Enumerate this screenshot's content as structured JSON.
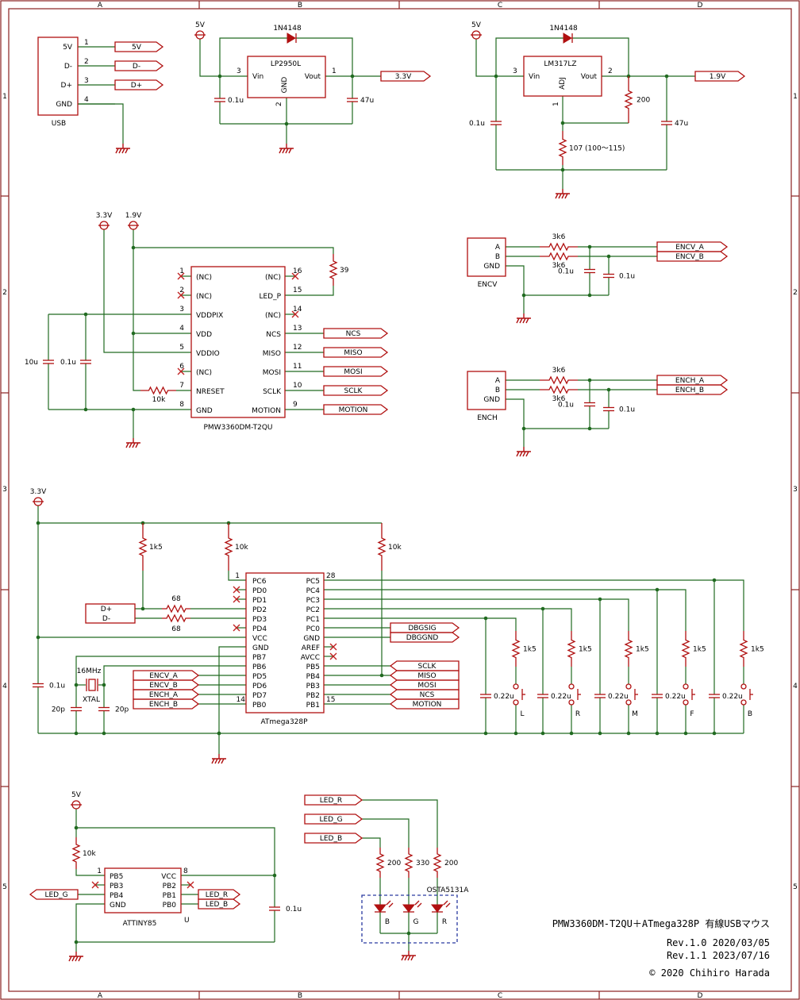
{
  "frame": {
    "columns": [
      "A",
      "B",
      "C",
      "D"
    ],
    "rows": [
      "1",
      "2",
      "3",
      "4",
      "5"
    ]
  },
  "usb": {
    "label": "USB",
    "pins": [
      {
        "num": "1",
        "name": "5V",
        "net": "5V"
      },
      {
        "num": "2",
        "name": "D-",
        "net": "D-"
      },
      {
        "num": "3",
        "name": "D+",
        "net": "D+"
      },
      {
        "num": "4",
        "name": "GND",
        "net": ""
      }
    ]
  },
  "reg33": {
    "supply": "5V",
    "diode": "1N4148",
    "chip": "LP2950L",
    "vin": "Vin",
    "gnd": "GND",
    "vout": "Vout",
    "pin_in": "3",
    "pin_gnd": "2",
    "pin_out": "1",
    "cin": "0.1u",
    "cout": "47u",
    "net_out": "3.3V"
  },
  "reg19": {
    "supply": "5V",
    "diode": "1N4148",
    "chip": "LM317LZ",
    "vin": "Vin",
    "adj": "ADJ",
    "vout": "Vout",
    "pin_in": "3",
    "pin_adj": "1",
    "pin_out": "2",
    "cin": "0.1u",
    "r1": "200",
    "r2": "107 (100〜115)",
    "cout": "47u",
    "net_out": "1.9V"
  },
  "sensor": {
    "chip": "PMW3360DM-T2QU",
    "rail_a": "3.3V",
    "rail_b": "1.9V",
    "left_pins": [
      {
        "num": "1",
        "name": "(NC)"
      },
      {
        "num": "2",
        "name": "(NC)"
      },
      {
        "num": "3",
        "name": "VDDPIX"
      },
      {
        "num": "4",
        "name": "VDD"
      },
      {
        "num": "5",
        "name": "VDDIO"
      },
      {
        "num": "6",
        "name": "(NC)"
      },
      {
        "num": "7",
        "name": "NRESET"
      },
      {
        "num": "8",
        "name": "GND"
      }
    ],
    "right_pins": [
      {
        "num": "16",
        "name": "(NC)"
      },
      {
        "num": "15",
        "name": "LED_P"
      },
      {
        "num": "14",
        "name": "(NC)"
      },
      {
        "num": "13",
        "name": "NCS",
        "net": "NCS"
      },
      {
        "num": "12",
        "name": "MISO",
        "net": "MISO"
      },
      {
        "num": "11",
        "name": "MOSI",
        "net": "MOSI"
      },
      {
        "num": "10",
        "name": "SCLK",
        "net": "SCLK"
      },
      {
        "num": "9",
        "name": "MOTION",
        "net": "MOTION"
      }
    ],
    "r_led": "39",
    "c1": "10u",
    "c2": "0.1u",
    "r_reset": "10k"
  },
  "encv": {
    "label": "ENCV",
    "pins": [
      "A",
      "B",
      "GND"
    ],
    "r1": "3k6",
    "r2": "3k6",
    "c1": "0.1u",
    "c2": "0.1u",
    "net_a": "ENCV_A",
    "net_b": "ENCV_B"
  },
  "ench": {
    "label": "ENCH",
    "pins": [
      "A",
      "B",
      "GND"
    ],
    "r1": "3k6",
    "r2": "3k6",
    "c1": "0.1u",
    "c2": "0.1u",
    "net_a": "ENCH_A",
    "net_b": "ENCH_B"
  },
  "mcu": {
    "chip": "ATmega328P",
    "rail": "3.3V",
    "pin1": "1",
    "pin28": "28",
    "pin14": "14",
    "pin15": "15",
    "left_pins": [
      "PC6",
      "PD0",
      "PD1",
      "PD2",
      "PD3",
      "PD4",
      "VCC",
      "GND",
      "PB7",
      "PB6",
      "PD5",
      "PD6",
      "PD7",
      "PB0"
    ],
    "right_pins": [
      "PC5",
      "PC4",
      "PC3",
      "PC2",
      "PC1",
      "PC0",
      "GND",
      "AREF",
      "AVCC",
      "PB5",
      "PB4",
      "PB3",
      "PB2",
      "PB1"
    ],
    "r_pullup_usb": "1k5",
    "r_reset": "10k",
    "r_pb4": "10k",
    "r_dp": "68",
    "r_dm": "68",
    "net_dp": "D+",
    "net_dm": "D-",
    "c_vcc": "0.1u",
    "xtal_freq": "16MHz",
    "xtal_label": "XTAL",
    "c_x1": "20p",
    "c_x2": "20p",
    "enc_nets": [
      "ENCV_A",
      "ENCV_B",
      "ENCH_A",
      "ENCH_B"
    ],
    "right_nets": [
      "DBGSIG",
      "DBGGND",
      "SCLK",
      "MISO",
      "MOSI",
      "NCS",
      "MOTION"
    ],
    "buttons": [
      {
        "label": "L",
        "r": "1k5",
        "c": "0.22u"
      },
      {
        "label": "R",
        "r": "1k5",
        "c": "0.22u"
      },
      {
        "label": "M",
        "r": "1k5",
        "c": "0.22u"
      },
      {
        "label": "F",
        "r": "1k5",
        "c": "0.22u"
      },
      {
        "label": "B",
        "r": "1k5",
        "c": "0.22u"
      }
    ]
  },
  "attiny": {
    "chip": "ATTINY85",
    "unit": "U",
    "supply": "5V",
    "r_reset": "10k",
    "c": "0.1u",
    "pin1": "1",
    "pin8": "8",
    "left_pins": [
      "PB5",
      "PB3",
      "PB4",
      "GND"
    ],
    "right_pins": [
      "VCC",
      "PB2",
      "PB1",
      "PB0"
    ],
    "net_g": "LED_G",
    "net_r": "LED_R",
    "net_b": "LED_B"
  },
  "rgb": {
    "nets": [
      "LED_R",
      "LED_G",
      "LED_B"
    ],
    "resistors": [
      "200",
      "330",
      "200"
    ],
    "part": "OSTA5131A",
    "leds": [
      "B",
      "G",
      "R"
    ]
  },
  "title": {
    "name": "PMW3360DM-T2QU＋ATmega328P 有線USBマウス",
    "rev1": "Rev.1.0  2020/03/05",
    "rev2": "Rev.1.1  2023/07/16",
    "copyright": "© 2020 Chihiro Harada"
  }
}
